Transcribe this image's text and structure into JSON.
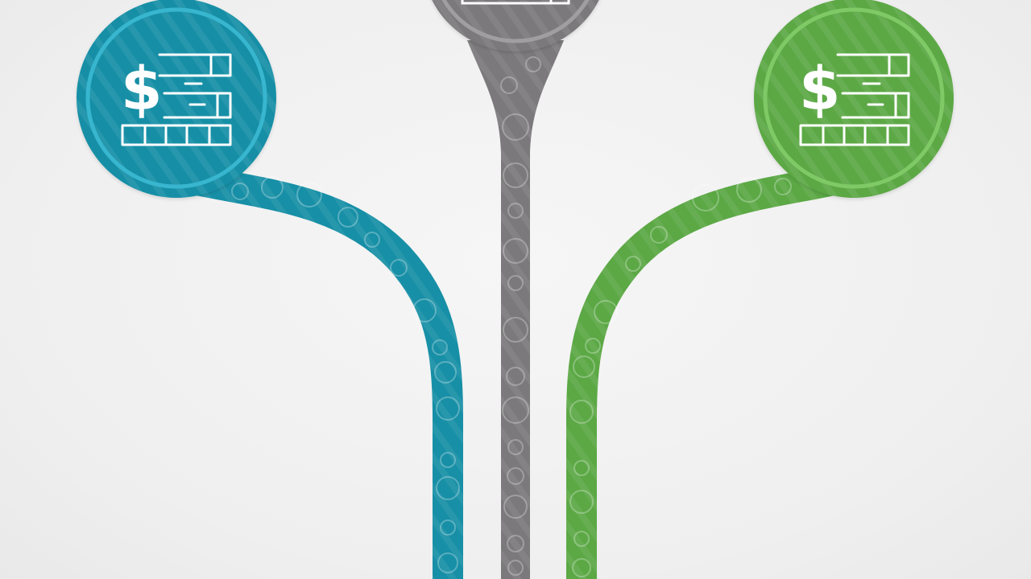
{
  "branches": [
    {
      "id": "left",
      "color": "#178fa6",
      "rim": "#37b6cf",
      "dark": "#0f7488",
      "icon": "dollar-ledger-icon"
    },
    {
      "id": "center",
      "color": "#7b797b",
      "rim": "#a09ea0",
      "dark": "#676567",
      "icon": "ledger-icon"
    },
    {
      "id": "right",
      "color": "#5ba845",
      "rim": "#7fca66",
      "dark": "#468c35",
      "icon": "dollar-ledger-icon"
    }
  ]
}
